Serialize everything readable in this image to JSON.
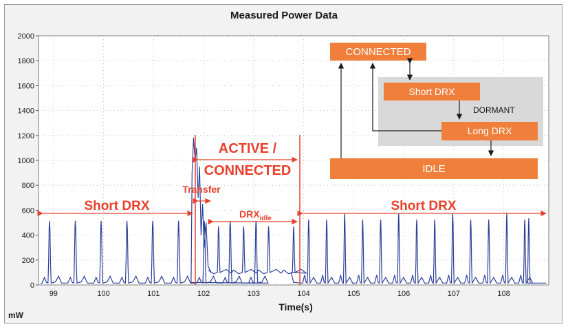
{
  "chart_data": {
    "type": "line",
    "title": "Measured Power Data",
    "xlabel": "Time(s)",
    "ylabel": "mW",
    "xlim": [
      98.7,
      108.9
    ],
    "ylim": [
      0,
      2000
    ],
    "xticks": [
      99,
      100,
      101,
      102,
      103,
      104,
      105,
      106,
      107,
      108
    ],
    "yticks": [
      0,
      200,
      400,
      600,
      800,
      1000,
      1200,
      1400,
      1600,
      1800,
      2000
    ],
    "grid": true,
    "line_color": "#2d3f9a",
    "series": [
      {
        "name": "",
        "peaks_phase1": {
          "start": 98.92,
          "period": 0.516,
          "count": 9,
          "height": 500,
          "width": 0.06
        },
        "active_transfer": {
          "start": 101.77,
          "end": 102.05,
          "peak": 1180
        },
        "drx_idle_peaks": {
          "start": 102.3,
          "period": 0.5,
          "count": 4,
          "height": 470,
          "width": 0.05,
          "baseline": 100
        },
        "peaks_phase2": {
          "start": 104.1,
          "period": 0.36,
          "count": 13,
          "height": 510,
          "width": 0.05,
          "taller_every": 3,
          "tall_height": 560
        },
        "tail_peak": {
          "x": 108.5,
          "height": 520
        }
      }
    ]
  },
  "annotations": {
    "short_drx_left": "Short DRX",
    "active_line1": "ACTIVE /",
    "active_line2": "CONNECTED",
    "transfer": "Transfer",
    "drx": "DRX",
    "drx_sub": "idle",
    "short_drx_right": "Short DRX",
    "color": "#e8402c"
  },
  "state_diagram": {
    "connected": "CONNECTED",
    "short_drx": "Short DRX",
    "dormant": "DORMANT",
    "long_drx": "Long DRX",
    "idle": "IDLE",
    "box_color": "#f07f3c",
    "panel_color": "#d9d9d9"
  }
}
